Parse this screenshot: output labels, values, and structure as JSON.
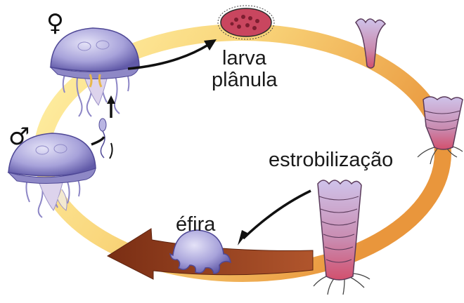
{
  "labels": {
    "female_symbol": "♀",
    "male_symbol": "♂",
    "larva_line1": "larva",
    "larva_line2": "plânula",
    "strobilation": "estrobilização",
    "ephyra": "éfira"
  },
  "colors": {
    "ring_light": "#fde98a",
    "ring_mid": "#f6c25a",
    "ring_dark": "#e89a3c",
    "arrow_brown": "#8e3b1f",
    "medusa_body": "#a9a7dd",
    "medusa_shade": "#6c66b5",
    "tentacle": "#d8cde8",
    "larva": "#b5344e",
    "polyp_pink": "#d85c7c",
    "text": "#1a1a1a"
  },
  "icons": [
    "female-symbol",
    "male-symbol",
    "cycle-arrow",
    "pointer-arrow"
  ]
}
